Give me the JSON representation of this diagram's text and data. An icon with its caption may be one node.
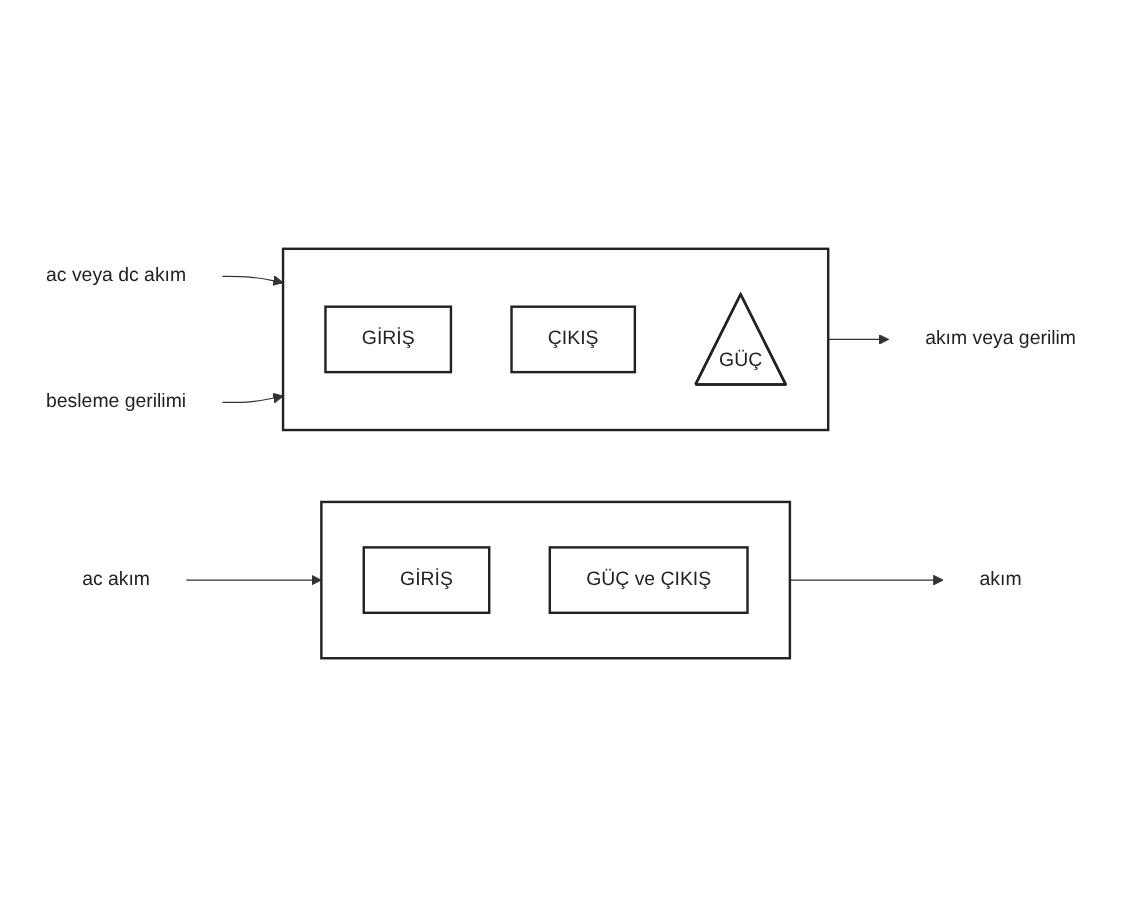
{
  "diagram": {
    "nodes": [
      {
        "text": [],
        "shape": "box"
      },
      {
        "text": [
          "GİRİŞ"
        ],
        "in": 0
      },
      {
        "text": [
          "ÇIKIŞ"
        ],
        "in": 0
      },
      {
        "text": [
          "GÜÇ"
        ],
        "in": 0
      },
      {
        "text": [
          "ac veya dc akım"
        ]
      },
      {
        "text": [
          "akım veya gerilim"
        ]
      },
      {
        "text": [
          "besleme gerilimi"
        ]
      },
      {
        "text": [],
        "shape": "box"
      },
      {
        "text": [
          "GİRİŞ"
        ],
        "in": 7
      },
      {
        "text": [
          "GÜÇ ve ÇIKIŞ"
        ],
        "in": 7
      },
      {
        "text": [
          "ac akım"
        ]
      },
      {
        "text": [
          "akım"
        ]
      }
    ],
    "edges": [
      {
        "from": 4,
        "to": 0,
        "arrow": "to"
      },
      {
        "from": 0,
        "to": 5,
        "arrow": "to"
      },
      {
        "from": 6,
        "to": 0,
        "arrow": "to"
      },
      {
        "from": 10,
        "to": 7,
        "arrow": "to"
      },
      {
        "from": 7,
        "to": 11,
        "arrow": "to"
      }
    ]
  }
}
